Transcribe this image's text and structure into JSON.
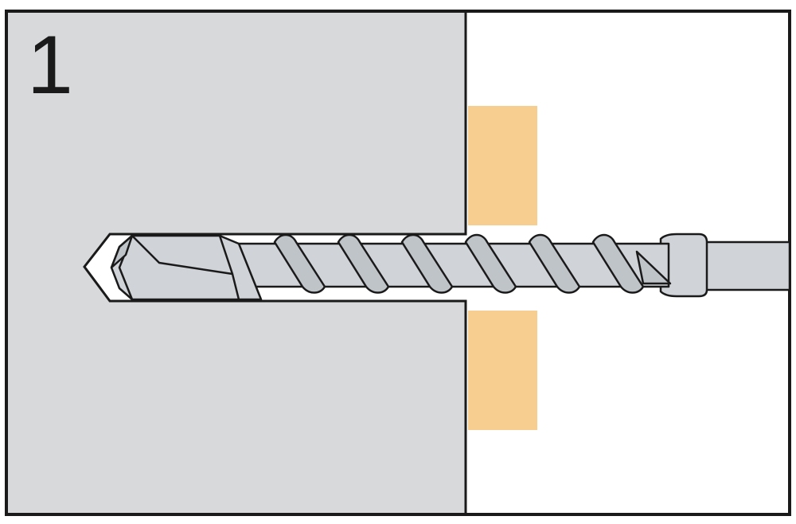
{
  "step": {
    "number": "1"
  },
  "colors": {
    "wall": "#d8d9db",
    "outline": "#1a1a1a",
    "fixture": "#f8cd90",
    "drill": "#d0d4d8",
    "drill_shade": "#bfc4c9",
    "background": "#ffffff"
  },
  "icons": {
    "drill_bit": "drill-bit-icon",
    "wall": "wall-block",
    "fixture": "fixture-plate"
  }
}
